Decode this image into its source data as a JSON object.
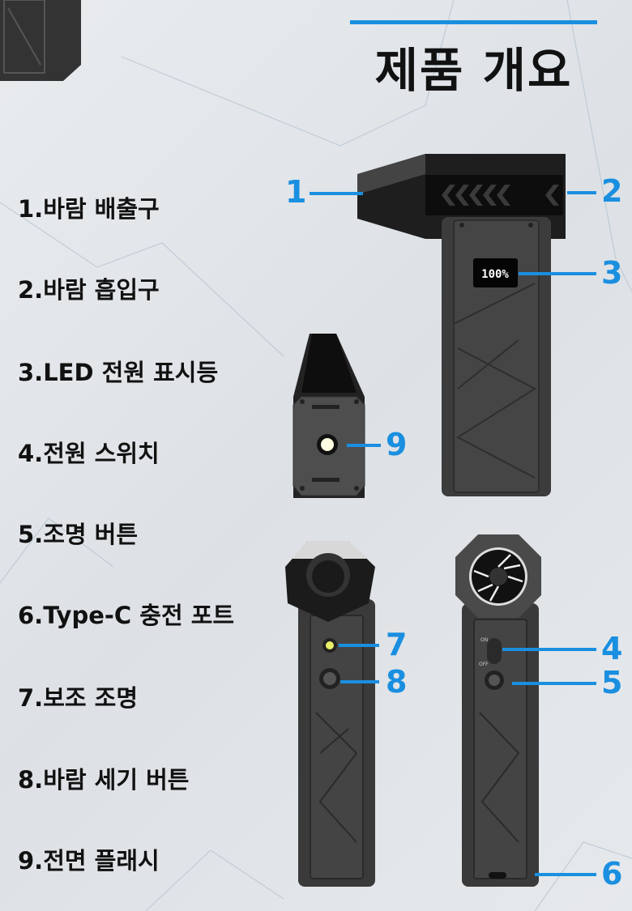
{
  "title": "제품 개요",
  "accent_color": "#1a8fe0",
  "features": [
    "1.바람 배출구",
    "2.바람 흡입구",
    "3.LED 전원 표시등",
    "4.전원 스위치",
    "5.조명 버튼",
    "6.Type-C 충전 포트",
    "7.보조 조명",
    "8.바람 세기 버튼",
    "9.전면 플래시"
  ],
  "callouts": [
    "1",
    "2",
    "3",
    "4",
    "5",
    "6",
    "7",
    "8",
    "9"
  ],
  "device": {
    "display": "100%",
    "switch_on": "ON",
    "switch_off": "OFF"
  }
}
